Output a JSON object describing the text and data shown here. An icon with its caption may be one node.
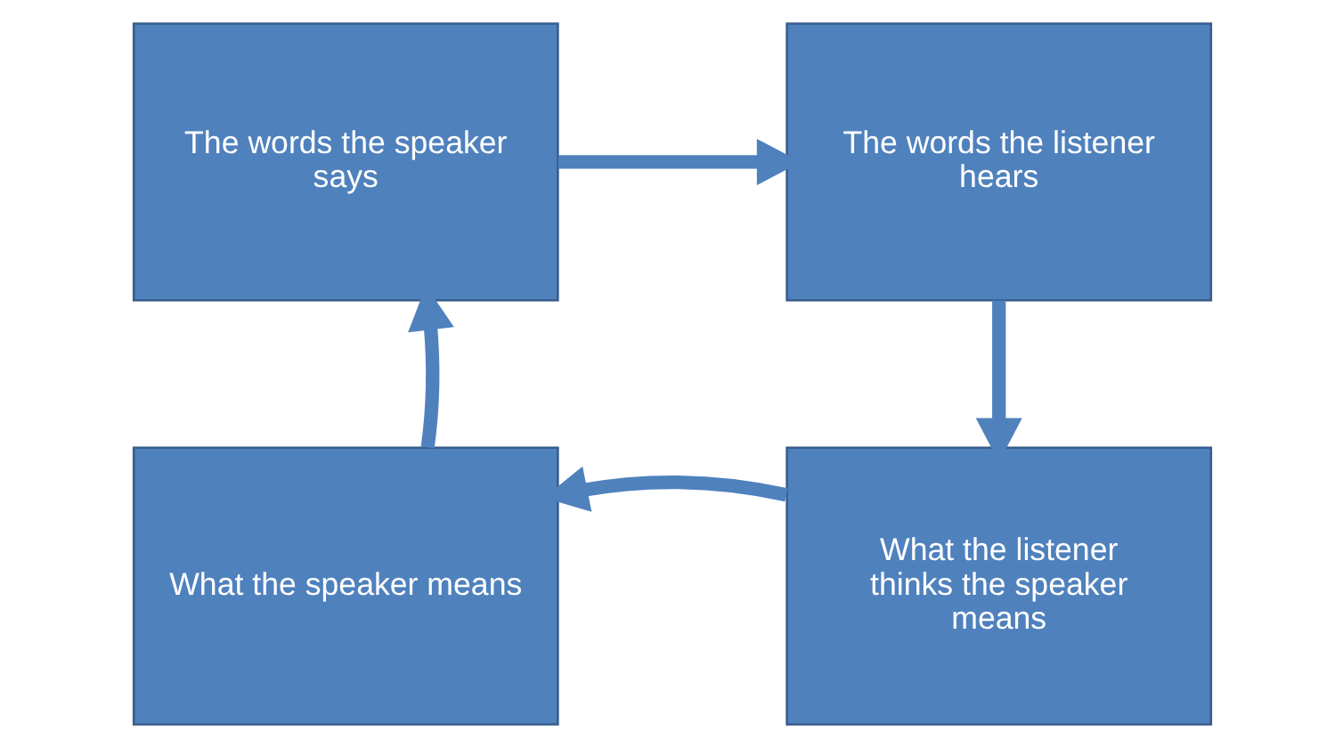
{
  "diagram": {
    "nodes": [
      {
        "text": [
          "The words the speaker says"
        ]
      },
      {
        "text": [
          "The words the listener hears"
        ]
      },
      {
        "text": [
          "What the speaker means"
        ]
      },
      {
        "text": [
          "What the listener thinks the speaker means"
        ]
      }
    ],
    "edges": [
      {
        "from": 0,
        "to": 1,
        "arrow": "to"
      },
      {
        "from": 1,
        "to": 3,
        "arrow": "to"
      },
      {
        "from": 3,
        "to": 2,
        "arrow": "to"
      },
      {
        "from": 2,
        "to": 0,
        "arrow": "to"
      }
    ]
  }
}
